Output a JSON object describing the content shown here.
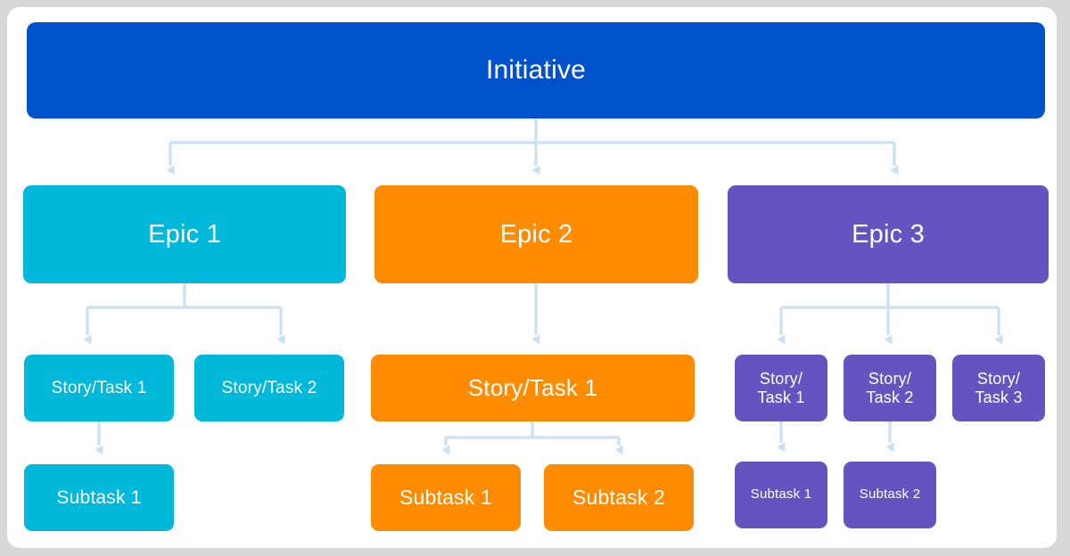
{
  "diagram": {
    "type": "hierarchy-tree",
    "title": "Jira issue hierarchy",
    "colors": {
      "background": "#d8d8d8",
      "page": "#ffffff",
      "initiative": "#0052cc",
      "epic1": "#00b8d9",
      "epic2": "#ff8b00",
      "epic3": "#6554c0",
      "connector": "#c9e1f2",
      "node_text": "#ffffff"
    },
    "levels": [
      "Initiative",
      "Epic",
      "Story/Task",
      "Subtask"
    ],
    "root": {
      "id": "initiative",
      "label": "Initiative",
      "color": "#0052cc"
    },
    "branches": [
      {
        "id": "epic-1",
        "label": "Epic 1",
        "color": "#00b8d9",
        "children": [
          {
            "id": "epic1-story-1",
            "label": "Story/Task 1",
            "children": [
              {
                "id": "epic1-story1-subtask-1",
                "label": "Subtask 1"
              }
            ]
          },
          {
            "id": "epic1-story-2",
            "label": "Story/Task 2",
            "children": []
          }
        ]
      },
      {
        "id": "epic-2",
        "label": "Epic 2",
        "color": "#ff8b00",
        "children": [
          {
            "id": "epic2-story-1",
            "label": "Story/Task 1",
            "children": [
              {
                "id": "epic2-story1-subtask-1",
                "label": "Subtask 1"
              },
              {
                "id": "epic2-story1-subtask-2",
                "label": "Subtask 2"
              }
            ]
          }
        ]
      },
      {
        "id": "epic-3",
        "label": "Epic 3",
        "color": "#6554c0",
        "children": [
          {
            "id": "epic3-story-1",
            "label": "Story/\nTask 1",
            "children": [
              {
                "id": "epic3-story1-subtask-1",
                "label": "Subtask 1"
              }
            ]
          },
          {
            "id": "epic3-story-2",
            "label": "Story/\nTask 2",
            "children": [
              {
                "id": "epic3-story2-subtask-1",
                "label": "Subtask 2"
              }
            ]
          },
          {
            "id": "epic3-story-3",
            "label": "Story/\nTask 3",
            "children": []
          }
        ]
      }
    ],
    "nodes": {
      "initiative": "Initiative",
      "epic1": "Epic 1",
      "epic2": "Epic 2",
      "epic3": "Epic 3",
      "c_story1": "Story/Task 1",
      "c_story2": "Story/Task 2",
      "c_sub1": "Subtask 1",
      "o_story1": "Story/Task 1",
      "o_sub1": "Subtask 1",
      "o_sub2": "Subtask 2",
      "p_story1": "Story/\nTask 1",
      "p_story2": "Story/\nTask 2",
      "p_story3": "Story/\nTask 3",
      "p_sub1": "Subtask 1",
      "p_sub2": "Subtask 2"
    }
  }
}
